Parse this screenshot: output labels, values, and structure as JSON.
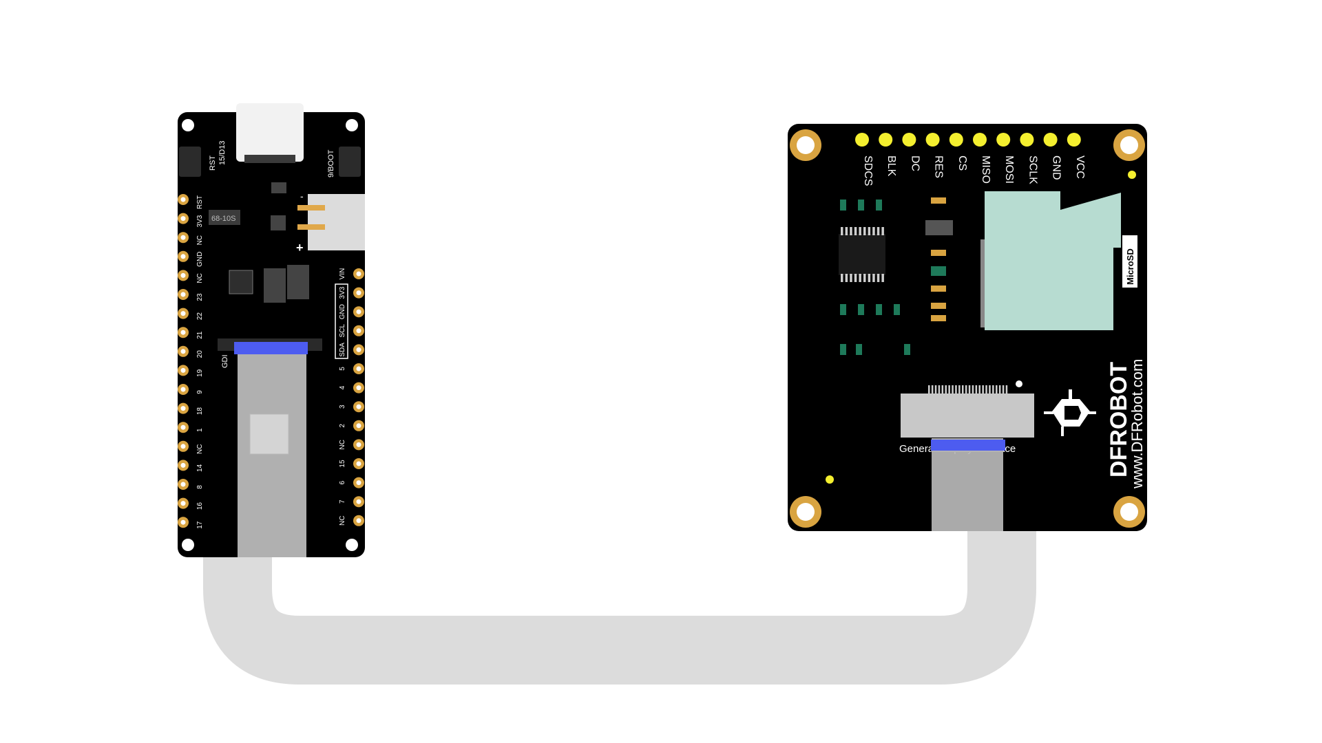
{
  "controller": {
    "top_left_labels": [
      "RST",
      "15/D13"
    ],
    "top_right_label": "9/BOOT",
    "regulator_marking": "68-10S",
    "battery_minus": "-",
    "battery_plus": "+",
    "connector_label": "GDI",
    "left_pins": [
      "RST",
      "3V3",
      "NC",
      "GND",
      "NC",
      "23",
      "22",
      "21",
      "20",
      "19",
      "9",
      "18",
      "1",
      "NC",
      "14",
      "8",
      "16",
      "17"
    ],
    "right_pins": [
      "VIN",
      "3V3",
      "GND",
      "SCL",
      "SDA",
      "5",
      "4",
      "3",
      "2",
      "NC",
      "15",
      "6",
      "7",
      "NC"
    ]
  },
  "display": {
    "header_pins": [
      "SDCS",
      "BLK",
      "DC",
      "RES",
      "CS",
      "MISO",
      "MOSI",
      "SCLK",
      "GND",
      "VCC"
    ],
    "card_label": "MicroSD",
    "brand": "DFROBOT",
    "url": "www.DFRobot.com",
    "interface_label": "General Display Interface"
  },
  "colors": {
    "pcb": "#000000",
    "pad_gold": "#d9a441",
    "pin_yellow": "#f4ef2f",
    "cable": "#dcdcdc",
    "cable_end": "#b3b3b3",
    "connector_blue": "#4d5cf0",
    "sd_slot": "#b7dcd1"
  }
}
